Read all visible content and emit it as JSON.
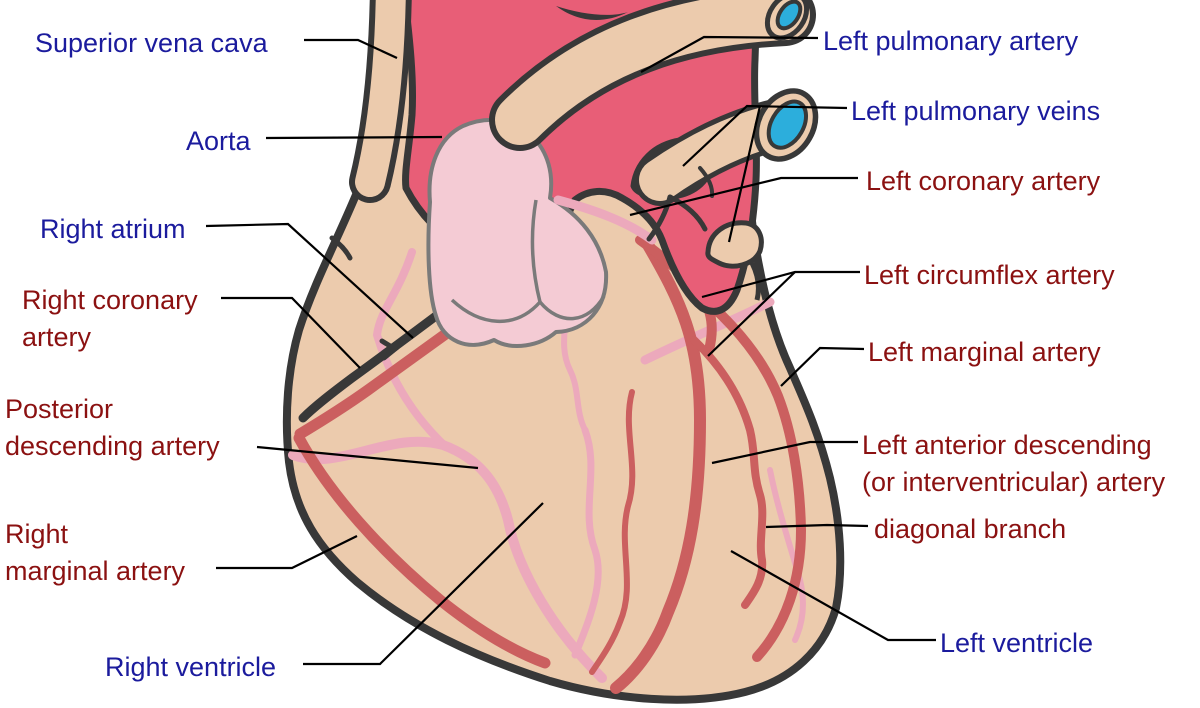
{
  "diagram": {
    "subject": "Human heart anterior view with coronary arteries",
    "background": "#FFFFFF"
  },
  "colors": {
    "label_blue": "#1B1B9D",
    "label_dark_red": "#8B1111",
    "heart_muscle_tan": "#ECCBAD",
    "aorta_crimson": "#E85E77",
    "pulmonary_trunk_pink": "#F4CBD4",
    "vessel_lumen_cyan": "#2CAEDC",
    "artery_red": "#CB5F5F",
    "vein_pale_pink": "#ECA9BC",
    "outline_dark": "#383838",
    "trunk_outline_gray": "#7A7A7A",
    "leader_line_black": "#000000"
  },
  "labels": {
    "left": [
      {
        "id": "superior-vena-cava",
        "color": "blue",
        "lines": [
          "Superior vena cava"
        ]
      },
      {
        "id": "aorta",
        "color": "blue",
        "lines": [
          "Aorta"
        ]
      },
      {
        "id": "right-atrium",
        "color": "blue",
        "lines": [
          "Right atrium"
        ]
      },
      {
        "id": "right-coronary-artery",
        "color": "darkred",
        "lines": [
          "Right coronary",
          "artery"
        ]
      },
      {
        "id": "posterior-descending-artery",
        "color": "darkred",
        "lines": [
          "Posterior",
          "descending artery"
        ]
      },
      {
        "id": "right-marginal-artery",
        "color": "darkred",
        "lines": [
          "Right",
          "marginal artery"
        ]
      },
      {
        "id": "right-ventricle",
        "color": "blue",
        "lines": [
          "Right ventricle"
        ]
      }
    ],
    "right": [
      {
        "id": "left-pulmonary-artery",
        "color": "blue",
        "lines": [
          "Left pulmonary artery"
        ]
      },
      {
        "id": "left-pulmonary-veins",
        "color": "blue",
        "lines": [
          "Left pulmonary veins"
        ]
      },
      {
        "id": "left-coronary-artery",
        "color": "darkred",
        "lines": [
          "Left coronary artery"
        ]
      },
      {
        "id": "left-circumflex-artery",
        "color": "darkred",
        "lines": [
          "Left circumflex artery"
        ]
      },
      {
        "id": "left-marginal-artery",
        "color": "darkred",
        "lines": [
          "Left marginal artery"
        ]
      },
      {
        "id": "left-anterior-descending-artery",
        "color": "darkred",
        "lines": [
          "Left anterior descending",
          "(or interventricular) artery"
        ]
      },
      {
        "id": "diagonal-branch",
        "color": "darkred",
        "lines": [
          "diagonal branch"
        ]
      },
      {
        "id": "left-ventricle",
        "color": "blue",
        "lines": [
          "Left ventricle"
        ]
      }
    ]
  }
}
